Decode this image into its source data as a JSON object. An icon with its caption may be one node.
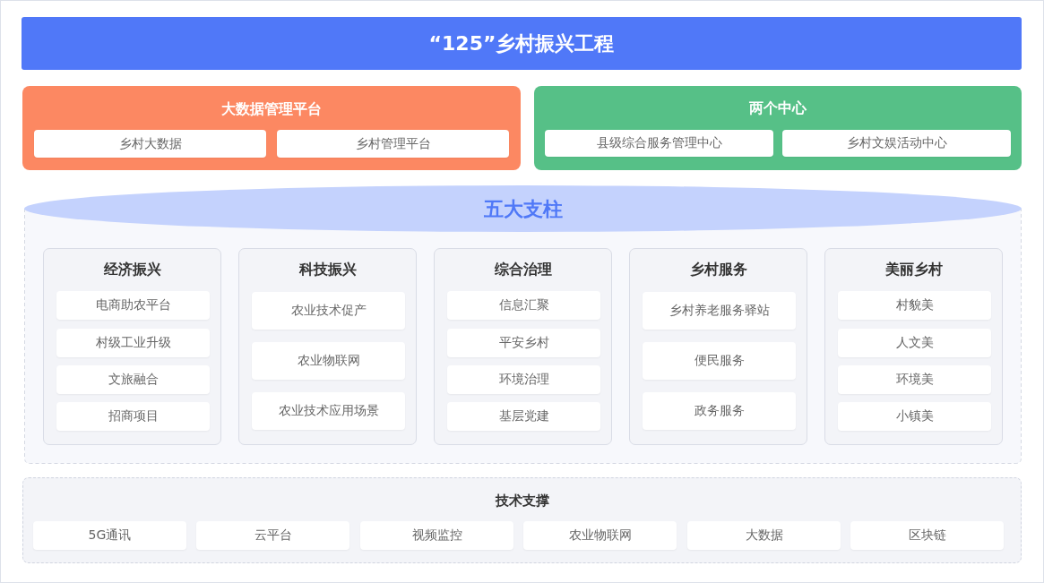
{
  "diagram": {
    "nodes": [
      {
        "text": [
          "“125”乡村振兴工程"
        ]
      },
      {
        "text": [
          "大数据管理平台"
        ]
      },
      {
        "text": [
          "乡村大数据"
        ],
        "in": 1
      },
      {
        "text": [
          "乡村管理平台"
        ],
        "in": 1
      },
      {
        "text": [
          "两个中心"
        ]
      },
      {
        "text": [
          "县级综合服务管理中心"
        ],
        "in": 4
      },
      {
        "text": [
          "乡村文娱活动中心"
        ],
        "in": 4
      },
      {
        "text": [
          "五大支柱"
        ]
      },
      {
        "text": [
          "经济振兴"
        ],
        "in": 7
      },
      {
        "text": [
          "电商助农平台"
        ],
        "in": 8
      },
      {
        "text": [
          "村级工业升级"
        ],
        "in": 8
      },
      {
        "text": [
          "文旅融合"
        ],
        "in": 8
      },
      {
        "text": [
          "招商项目"
        ],
        "in": 8
      },
      {
        "text": [
          "科技振兴"
        ],
        "in": 7
      },
      {
        "text": [
          "农业技术促产"
        ],
        "in": 13
      },
      {
        "text": [
          "农业物联网"
        ],
        "in": 13
      },
      {
        "text": [
          "农业技术应用场景"
        ],
        "in": 13
      },
      {
        "text": [
          "综合治理"
        ],
        "in": 7
      },
      {
        "text": [
          "信息汇聚"
        ],
        "in": 17
      },
      {
        "text": [
          "平安乡村"
        ],
        "in": 17
      },
      {
        "text": [
          "环境治理"
        ],
        "in": 17
      },
      {
        "text": [
          "基层党建"
        ],
        "in": 17
      },
      {
        "text": [
          "乡村服务"
        ],
        "in": 7
      },
      {
        "text": [
          "乡村养老服务驿站"
        ],
        "in": 22
      },
      {
        "text": [
          "便民服务"
        ],
        "in": 22
      },
      {
        "text": [
          "政务服务"
        ],
        "in": 22
      },
      {
        "text": [
          "美丽乡村"
        ],
        "in": 7
      },
      {
        "text": [
          "村貌美"
        ],
        "in": 26
      },
      {
        "text": [
          "人文美"
        ],
        "in": 26
      },
      {
        "text": [
          "环境美"
        ],
        "in": 26
      },
      {
        "text": [
          "小镇美"
        ],
        "in": 26
      },
      {
        "text": [
          "技术支撑"
        ]
      },
      {
        "text": [
          "5G通讯"
        ],
        "in": 31
      },
      {
        "text": [
          "云平台"
        ],
        "in": 31
      },
      {
        "text": [
          "视频监控"
        ],
        "in": 31
      },
      {
        "text": [
          "农业物联网"
        ],
        "in": 31
      },
      {
        "text": [
          "大数据"
        ],
        "in": 31
      },
      {
        "text": [
          "区块链"
        ],
        "in": 31
      }
    ]
  }
}
